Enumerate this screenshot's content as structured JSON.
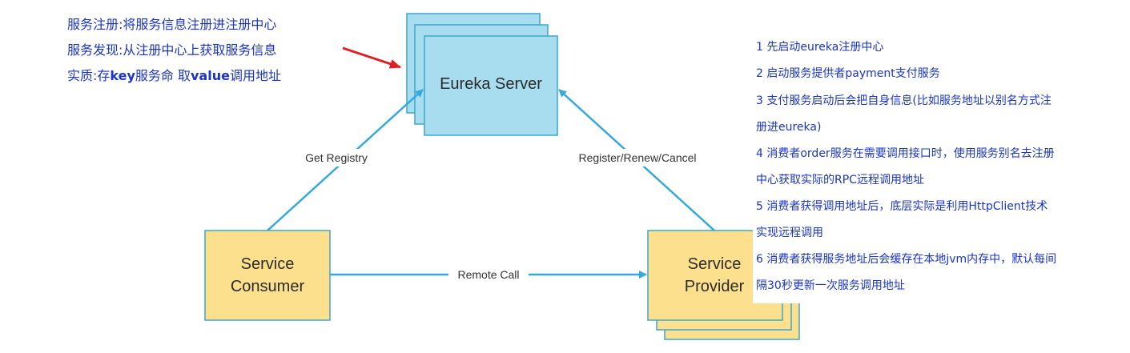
{
  "nodes": {
    "eureka": "Eureka Server",
    "consumer_line1": "Service",
    "consumer_line2": "Consumer",
    "provider_line1": "Service",
    "provider_line2": "Provider"
  },
  "edges": {
    "get_registry": "Get Registry",
    "register": "Register/Renew/Cancel",
    "remote_call": "Remote Call"
  },
  "notes": {
    "line1": "服务注册:将服务信息注册进注册中心",
    "line2": "服务发现:从注册中心上获取服务信息",
    "line3_a": "实质:存",
    "line3_key": "key",
    "line3_b": "服务命 取",
    "line3_value": "value",
    "line3_c": "调用地址"
  },
  "steps": [
    "1 先启动eureka注册中心",
    "2 启动服务提供者payment支付服务",
    "3 支付服务启动后会把自身信息(比如服务地址以别名方式注",
    "册进eureka)",
    "4 消费者order服务在需要调用接口时，使用服务别名去注册",
    "中心获取实际的RPC远程调用地址",
    "5 消费者获得调用地址后，底层实际是利用HttpClient技术",
    "实现远程调用",
    "6 消费者获得服务地址后会缓存在本地jvm内存中，默认每间",
    "隔30秒更新一次服务调用地址"
  ],
  "colors": {
    "eureka_fill": "#a8dcef",
    "eureka_stroke": "#3aa7cf",
    "service_fill": "#fde08e",
    "service_stroke": "#3aa7cf",
    "arrow": "#35a9dc",
    "pointer_arrow": "#e02020",
    "note_text": "#1a35c7"
  }
}
